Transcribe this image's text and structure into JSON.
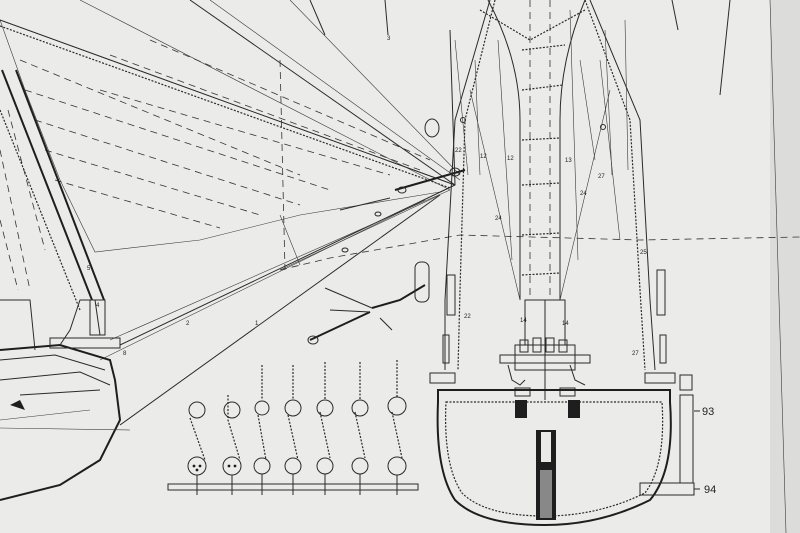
{
  "labels": {
    "l93": "93",
    "l94": "94",
    "l1": "1",
    "l2": "2",
    "l12a": "12",
    "l12b": "12",
    "l13": "13",
    "l14a": "14",
    "l14b": "14",
    "l22a": "22",
    "l22b": "22",
    "l24a": "24",
    "l24b": "24",
    "l25": "25",
    "l27a": "27",
    "l27b": "27",
    "l3": "3",
    "l4": "4",
    "l5": "5",
    "l8": "8"
  }
}
